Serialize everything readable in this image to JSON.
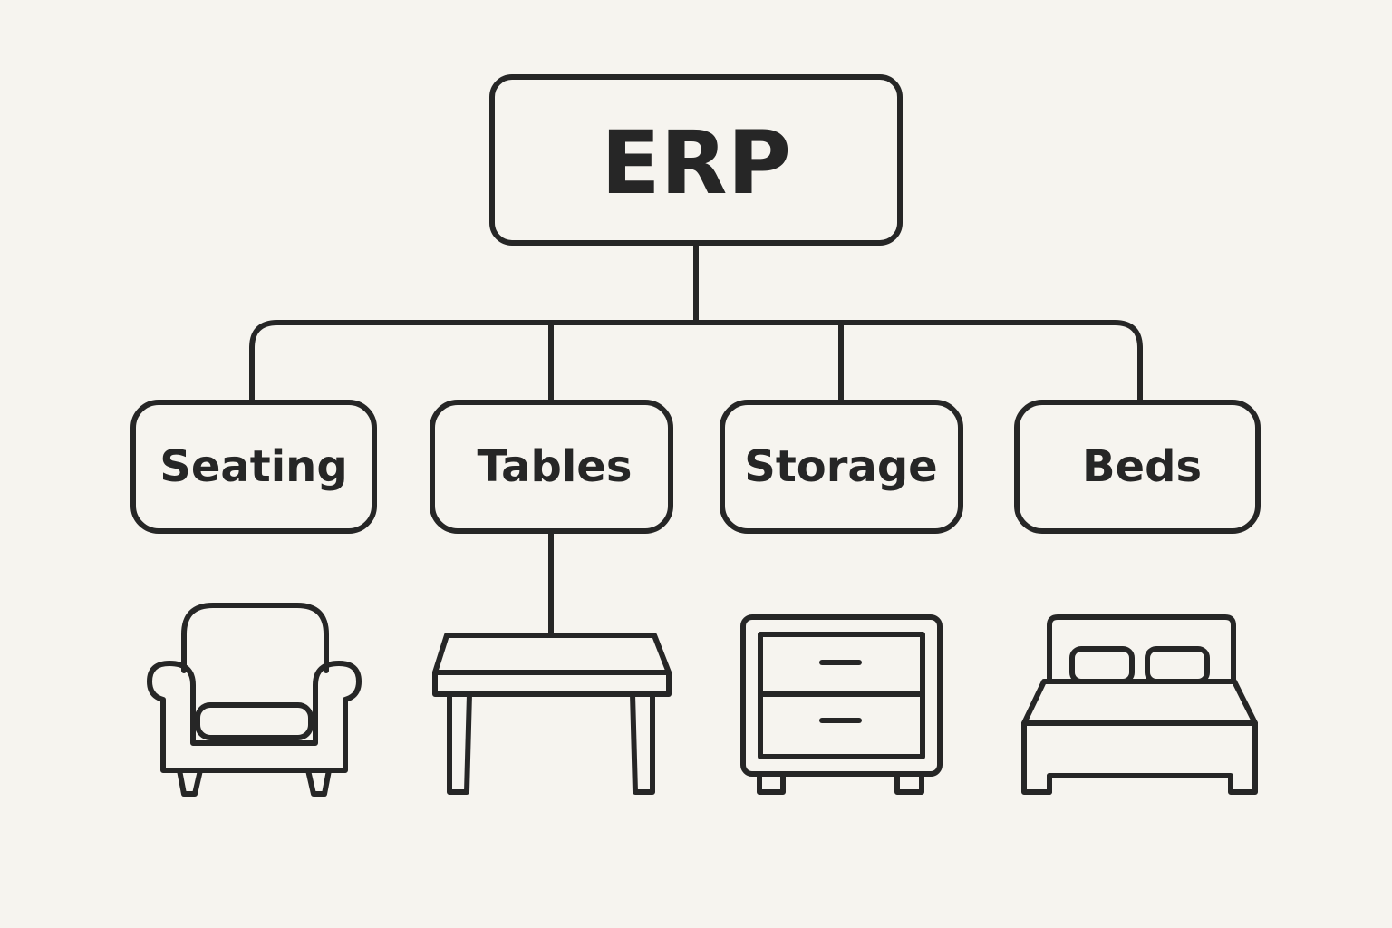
{
  "root": {
    "label": "ERP"
  },
  "categories": [
    {
      "label": "Seating",
      "icon": "armchair-icon"
    },
    {
      "label": "Tables",
      "icon": "table-icon"
    },
    {
      "label": "Storage",
      "icon": "dresser-icon"
    },
    {
      "label": "Beds",
      "icon": "bed-icon"
    }
  ],
  "colors": {
    "background": "#f6f4ef",
    "stroke": "#262626"
  }
}
